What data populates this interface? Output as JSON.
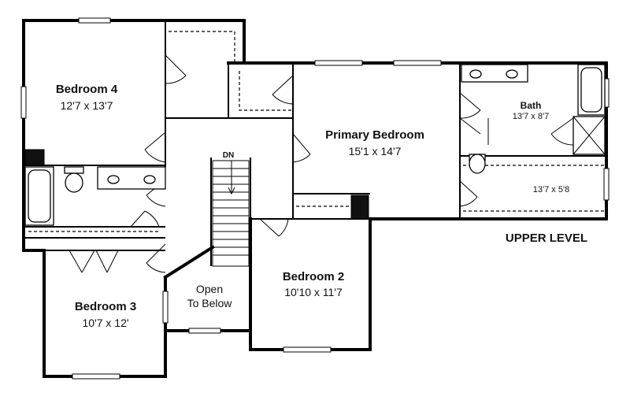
{
  "plan": {
    "level_label": "UPPER LEVEL",
    "stair_label": "DN",
    "rooms": {
      "bedroom4": {
        "name": "Bedroom 4",
        "dims": "12'7 x 13'7"
      },
      "primary": {
        "name": "Primary Bedroom",
        "dims": "15'1 x 14'7"
      },
      "bath": {
        "name": "Bath",
        "dims": "13'7 x 8'7"
      },
      "closet": {
        "dims": "13'7 x 5'8"
      },
      "bedroom2": {
        "name": "Bedroom 2",
        "dims": "10'10 x 11'7"
      },
      "bedroom3": {
        "name": "Bedroom 3",
        "dims": "10'7 x 12'"
      },
      "open": {
        "line1": "Open",
        "line2": "To Below"
      }
    }
  }
}
